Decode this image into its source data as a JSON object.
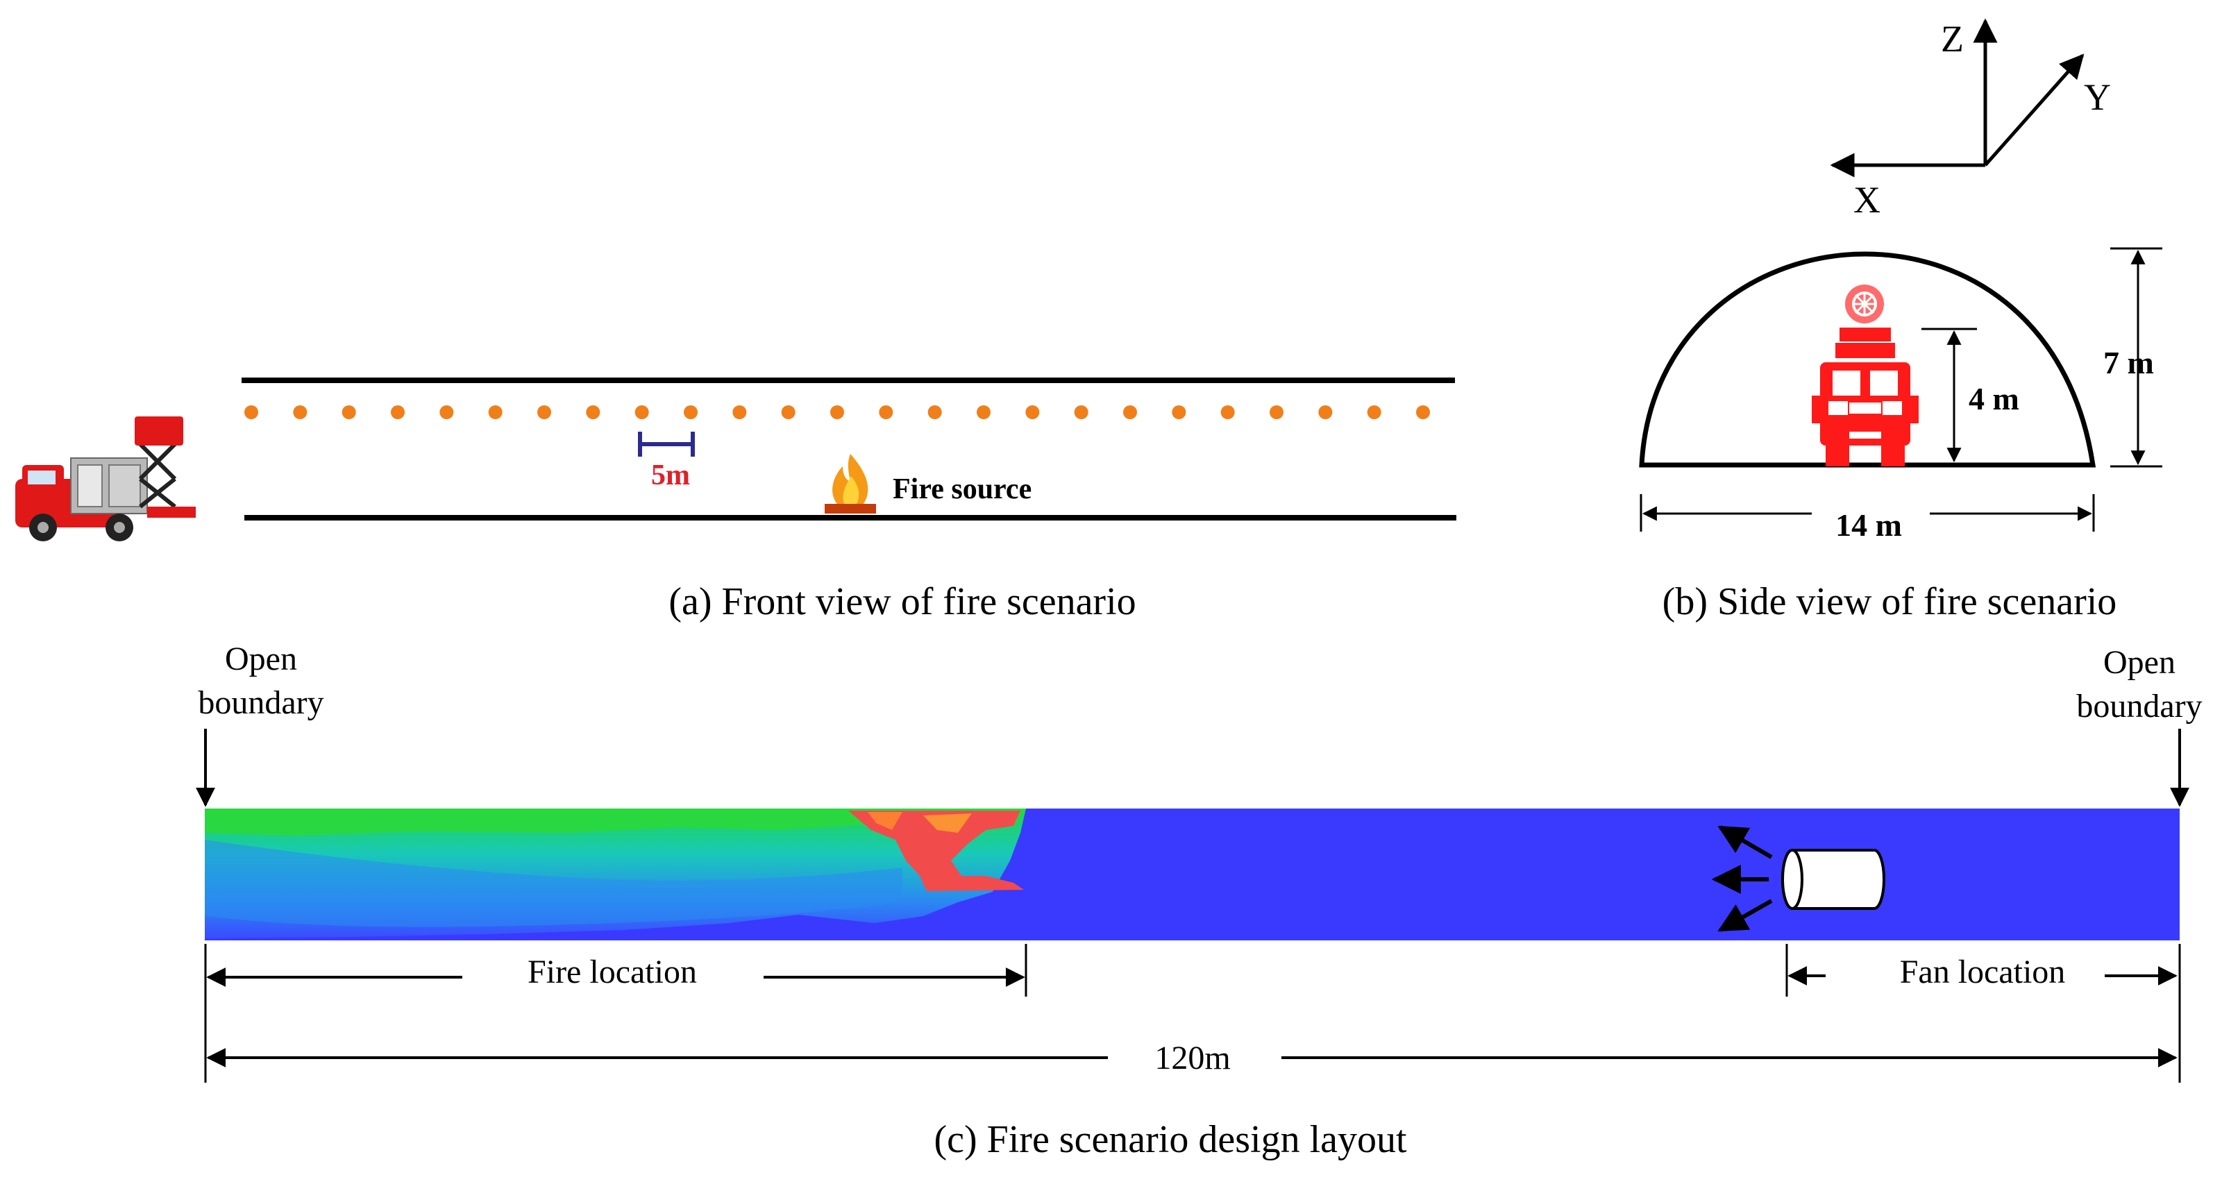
{
  "panel_a": {
    "caption": "(a) Front view of fire scenario",
    "scale_label": "5m",
    "fire_label": "Fire source",
    "sprinkler_count": 25,
    "sprinkler_color": "#f07f1a",
    "scale_color": "#2b2b8f",
    "scale_text_color": "#e0202a"
  },
  "panel_b": {
    "caption": "(b) Side view of fire scenario",
    "axis_z": "Z",
    "axis_y": "Y",
    "axis_x": "X",
    "height_label": "7 m",
    "truck_height_label": "4 m",
    "width_label": "14 m",
    "truck_color": "#ff1a1a"
  },
  "panel_c": {
    "caption": "(c) Fire scenario design layout",
    "left_boundary_line1": "Open",
    "left_boundary_line2": "boundary",
    "right_boundary_line1": "Open",
    "right_boundary_line2": "boundary",
    "fire_location_label": "Fire location",
    "fan_location_label": "Fan location",
    "length_label": "120m",
    "tunnel_color": "#3a3aff"
  }
}
